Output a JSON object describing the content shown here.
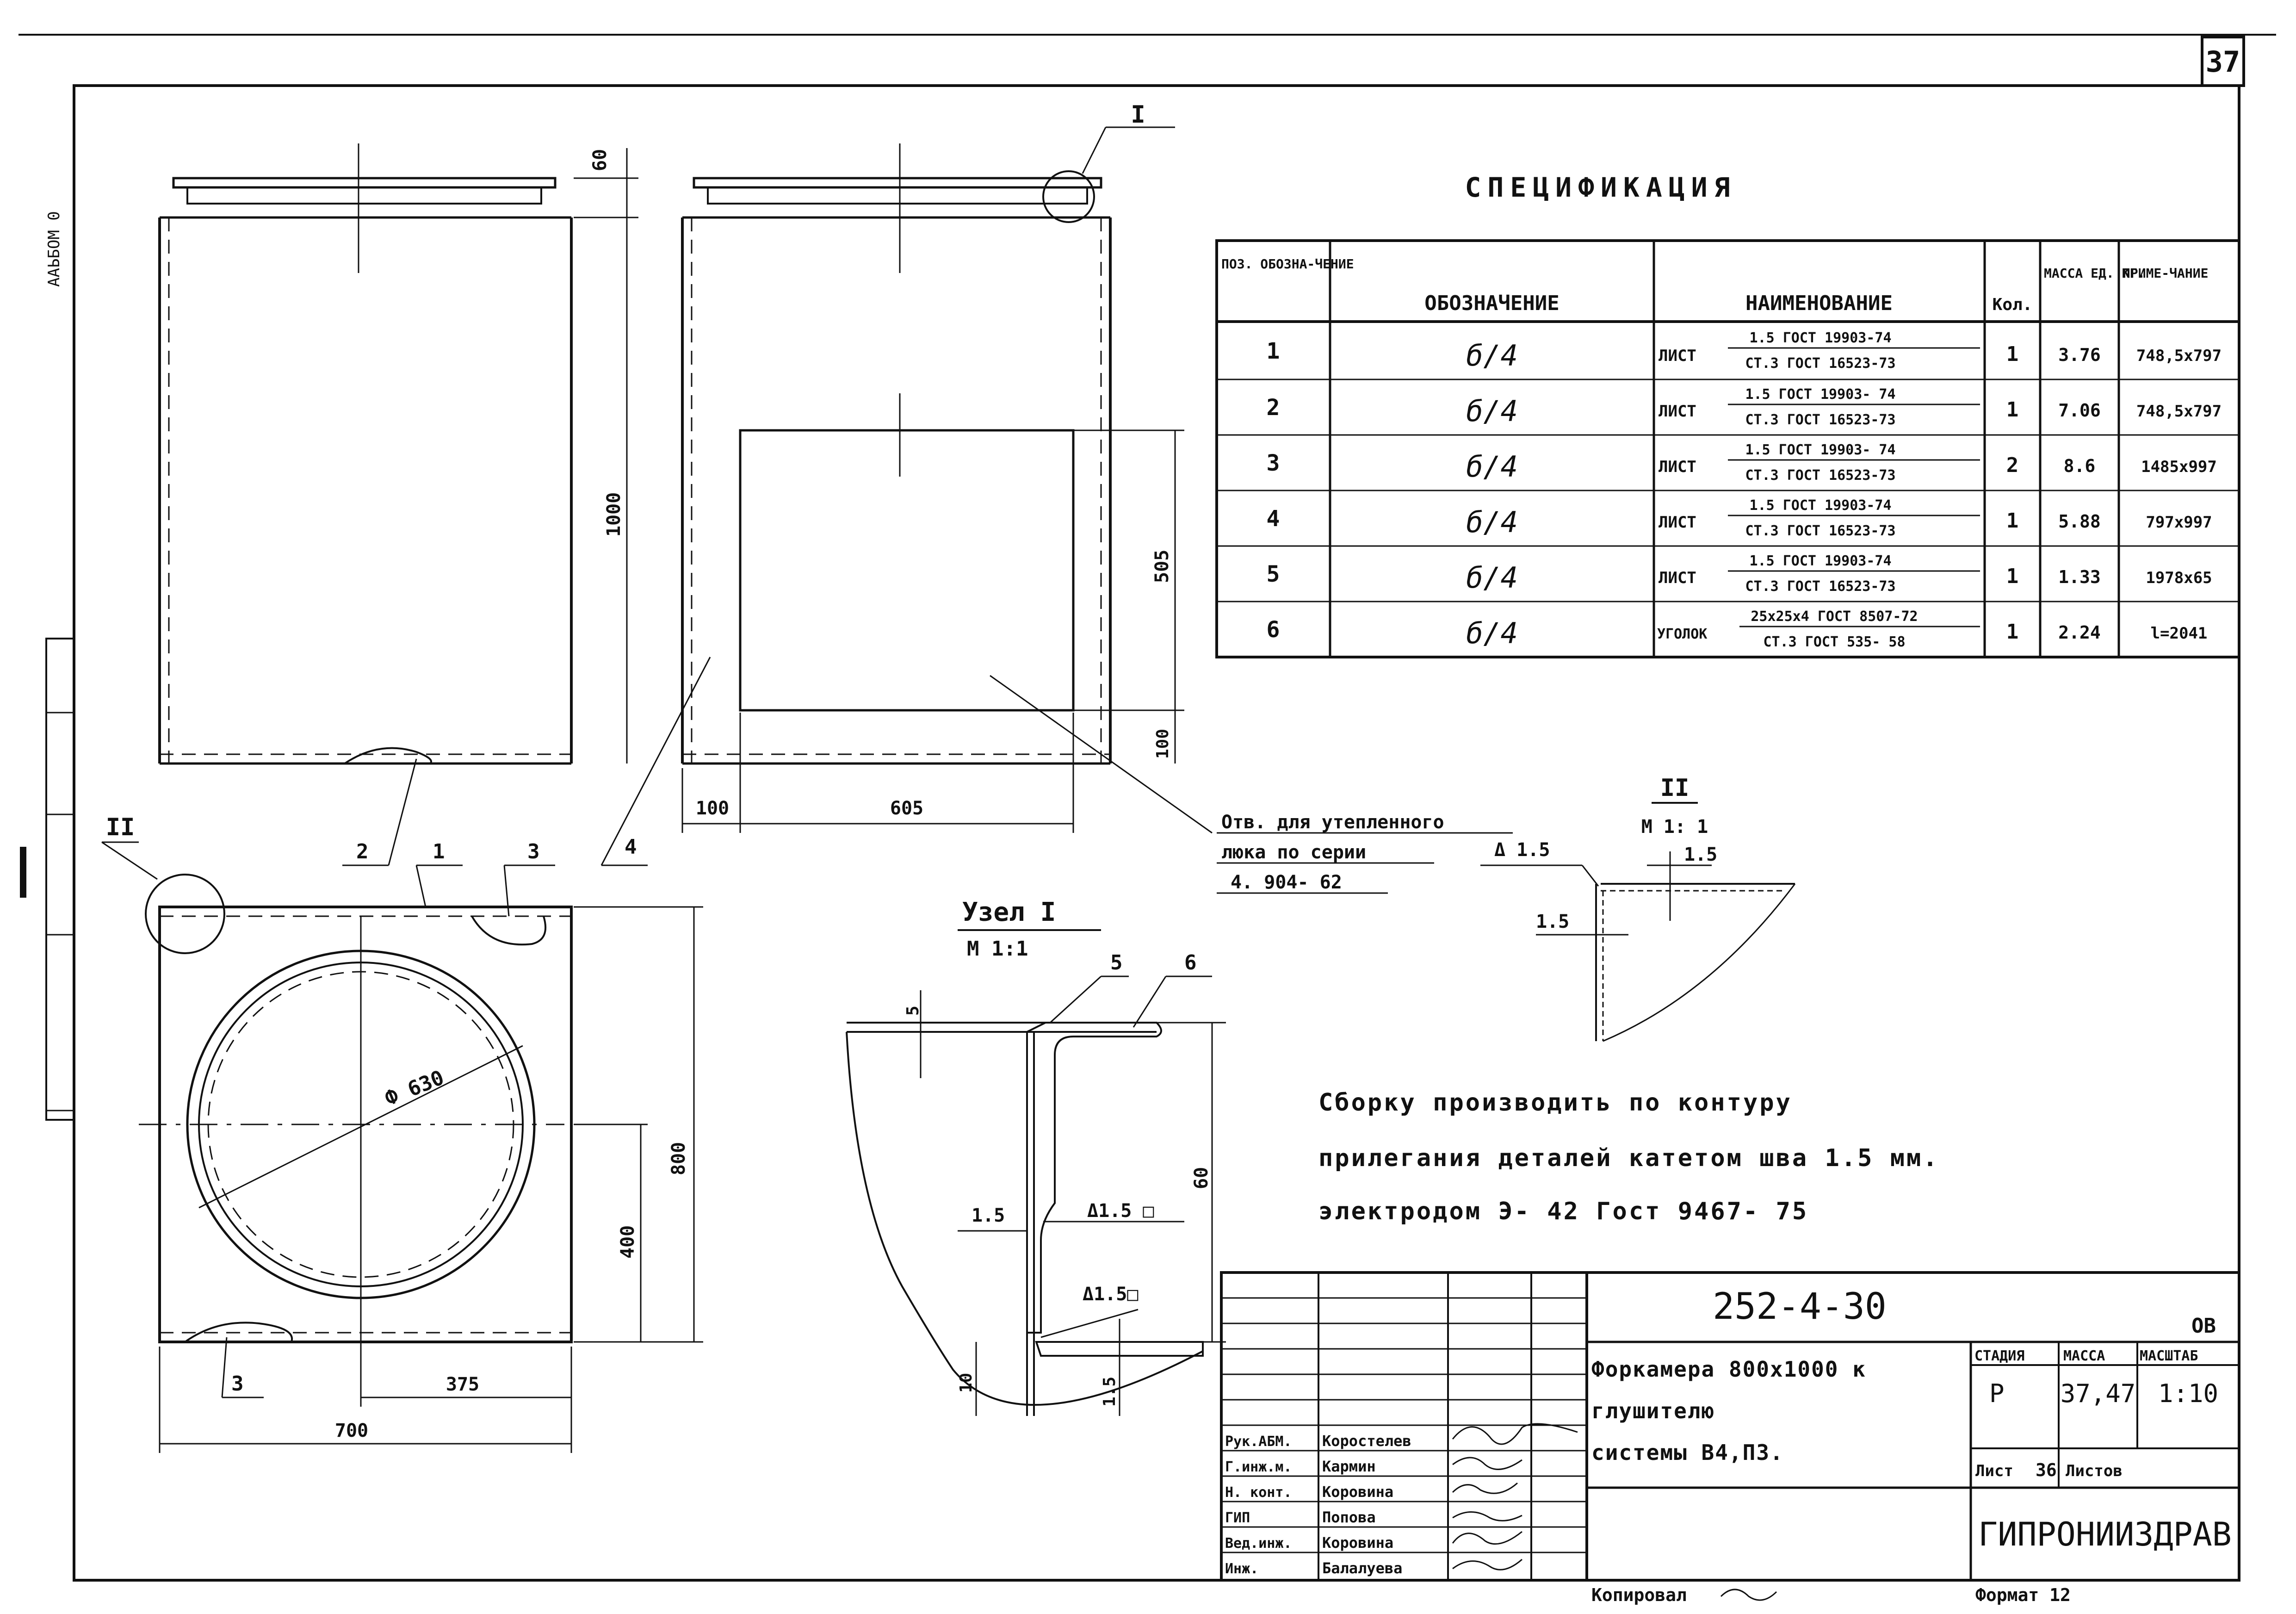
{
  "sheet_number": "37",
  "side_caption": "ААЬБОМ 0",
  "title_spec": "СПЕЦИФИКАЦИЯ",
  "spec_headers": [
    "ПОЗ. ОБОЗНА-ЧЕНИЕ",
    "ОБОЗНАЧЕНИЕ",
    "НАИМЕНОВАНИЕ",
    "Кол.",
    "МАССА ЕД. КГ.",
    "ПРИМЕ-ЧАНИЕ"
  ],
  "spec_rows": [
    {
      "pos": "1",
      "designation": "б/4",
      "kind": "ЛИСТ",
      "name_top": "1.5 ГОСТ 19903-74",
      "name_bot": "СТ.3 ГОСТ 16523-73",
      "qty": "1",
      "mass": "3.76",
      "note": "748,5x797"
    },
    {
      "pos": "2",
      "designation": "б/4",
      "kind": "ЛИСТ",
      "name_top": "1.5 ГОСТ 19903- 74",
      "name_bot": "СТ.3 ГОСТ 16523-73",
      "qty": "1",
      "mass": "7.06",
      "note": "748,5x797"
    },
    {
      "pos": "3",
      "designation": "б/4",
      "kind": "ЛИСТ",
      "name_top": "1.5 ГОСТ 19903- 74",
      "name_bot": "СТ.3 ГОСТ 16523-73",
      "qty": "2",
      "mass": "8.6",
      "note": "1485x997"
    },
    {
      "pos": "4",
      "designation": "б/4",
      "kind": "ЛИСТ",
      "name_top": "1.5 ГОСТ 19903-74",
      "name_bot": "СТ.3 ГОСТ 16523-73",
      "qty": "1",
      "mass": "5.88",
      "note": "797x997"
    },
    {
      "pos": "5",
      "designation": "б/4",
      "kind": "ЛИСТ",
      "name_top": "1.5 ГОСТ 19903-74",
      "name_bot": "СТ.3 ГОСТ 16523-73",
      "qty": "1",
      "mass": "1.33",
      "note": "1978x65"
    },
    {
      "pos": "6",
      "designation": "б/4",
      "kind": "УГОЛОК",
      "name_top": "25x25x4 ГОСТ 8507-72",
      "name_bot": "СТ.3 ГОСТ 535- 58",
      "qty": "1",
      "mass": "2.24",
      "note": "l=2041"
    }
  ],
  "views": {
    "dim_60": "60",
    "dim_1000": "1000",
    "dim_505": "505",
    "dim_100_v": "100",
    "dim_100_h": "100",
    "dim_605": "605",
    "dim_800": "800",
    "dim_400": "400",
    "dim_375": "375",
    "dim_700": "700",
    "diameter": "Ф 630",
    "callout_I": "I",
    "callout_II": "II",
    "pos_labels": [
      "1",
      "2",
      "3",
      "3",
      "4"
    ],
    "opening_note": [
      "Отв. для утепленного",
      "люка по серии",
      "4. 904- 62"
    ]
  },
  "node_I": {
    "title": "Узел I",
    "scale": "М 1:1",
    "pos5": "5",
    "pos6": "6",
    "dim_5": "5",
    "dim_60": "60",
    "dim_15a": "1.5",
    "dim_10": "10",
    "dim_15b": "1.5",
    "weld1": "Δ1.5 □",
    "weld2": "Δ1.5□"
  },
  "node_II": {
    "title": "II",
    "scale": "М 1: 1",
    "dim_top": "1.5",
    "dim_left": "1.5",
    "weld": "Δ 1.5"
  },
  "notes": [
    "Сборку производить по контуру",
    "прилегания деталей катетом шва 1.5 мм.",
    "электродом Э- 42 Гост 9467- 75"
  ],
  "title_block": {
    "code": "252-4-30",
    "suffix": "ОВ",
    "name_lines": [
      "Форкамера 800x1000 к",
      "глушителю",
      "системы В4,ПЗ."
    ],
    "stage_label": "СТАДИЯ",
    "mass_label": "МАССА",
    "scale_label": "МАСШТАБ",
    "stage": "Р",
    "mass": "37,47",
    "scale": "1:10",
    "sheet_label": "Лист",
    "sheet": "36",
    "sheets_label": "Листов",
    "org": "ГИПРОНИИЗДРАВ",
    "roles": [
      {
        "role": "Рук.АБМ.",
        "name": "Коростелев"
      },
      {
        "role": "Г.инж.м.",
        "name": "Кармин"
      },
      {
        "role": "Н. конт.",
        "name": "Коровина"
      },
      {
        "role": "ГИП",
        "name": "Попова"
      },
      {
        "role": "Вед.инж.",
        "name": "Коровина"
      },
      {
        "role": "Инж.",
        "name": "Балалуева"
      }
    ],
    "copied": "Копировал",
    "format": "Формат 12"
  }
}
